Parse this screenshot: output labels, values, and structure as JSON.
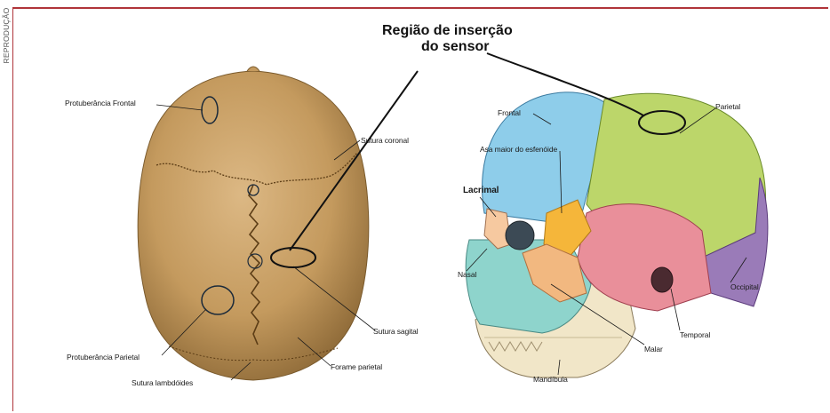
{
  "credit": "REPRODUÇÃO",
  "title": {
    "line1": "Região de inserção",
    "line2": "do sensor"
  },
  "top_skull": {
    "labels": {
      "frontal_eminence": "Protuberância Frontal",
      "coronal_suture": "Sutura coronal",
      "parietal_eminence": "Protuberância Parietal",
      "sagittal_suture": "Sutura sagital",
      "lambdoid_suture": "Sutura lambdóides",
      "parietal_foramen": "Forame parietal"
    }
  },
  "side_skull": {
    "labels": {
      "frontal": "Frontal",
      "parietal": "Parietal",
      "sphenoid": "Asa maior do esfenóide",
      "lacrimal": "Lacrimal",
      "nasal": "Nasal",
      "occipital": "Occipital",
      "temporal": "Temporal",
      "malar": "Malar",
      "mandible": "Mandíbula"
    },
    "colors": {
      "frontal": "#8ecdea",
      "parietal": "#bcd66a",
      "occipital": "#9a7bb8",
      "temporal": "#e98f9a",
      "sphenoid": "#f5b63a",
      "malar": "#f2b880",
      "maxilla": "#8ed4cc",
      "mandible": "#f1e6c8"
    }
  }
}
